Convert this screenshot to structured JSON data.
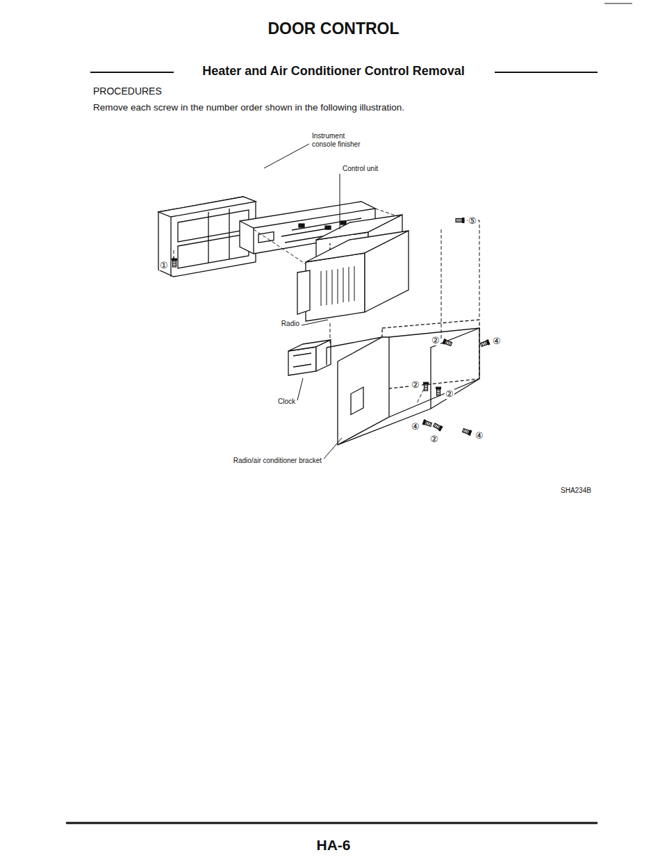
{
  "diagram": {
    "title": "DOOR CONTROL",
    "labels": [
      "Heater and Air Conditioner Control Removal",
      "PROCEDURES",
      "Remove each screw in the number order shown in the following illustration.",
      "Instrument console finisher",
      "Control unit",
      "Radio",
      "Clock",
      "Radio/air conditioner bracket",
      "①",
      "⑤",
      "④",
      "②",
      "②",
      "②",
      "④",
      "②",
      "④",
      "SHA234B",
      "HA-6"
    ]
  }
}
